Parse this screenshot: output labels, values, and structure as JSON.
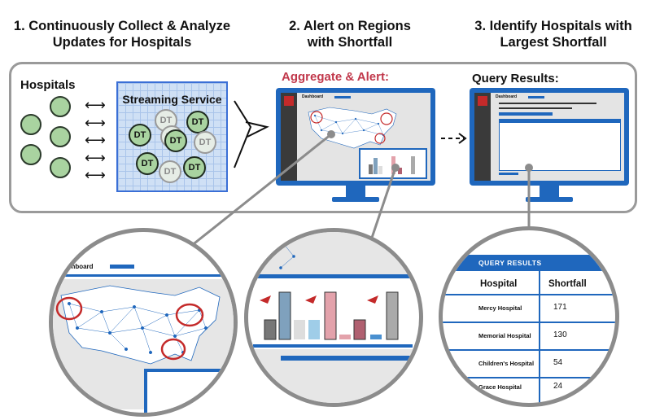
{
  "steps": {
    "s1": {
      "line1": "1. Continuously Collect & Analyze",
      "line2": "Updates for Hospitals"
    },
    "s2": {
      "line1": "2. Alert on Regions",
      "line2": "with Shortfall"
    },
    "s3": {
      "line1": "3. Identify Hospitals with",
      "line2": "Largest Shortfall"
    }
  },
  "panel1": {
    "hospitals_label": "Hospitals",
    "streaming_label": "Streaming Service",
    "dt_label": "DT"
  },
  "panel2": {
    "label": "Aggregate & Alert:",
    "dashboard": "Dashboard"
  },
  "panel3": {
    "label": "Query Results:",
    "dashboard": "Dashboard"
  },
  "zoom": {
    "dashboard_tab": "shboard",
    "query_results": {
      "header": "QUERY RESULTS",
      "col_hospital": "Hospital",
      "col_shortfall": "Shortfall",
      "rows": [
        {
          "name": "Mercy Hospital",
          "value": "171"
        },
        {
          "name": "Memorial Hospital",
          "value": "130"
        },
        {
          "name": "Children's Hospital",
          "value": "54"
        },
        {
          "name": "Grace Hospital",
          "value": "24"
        }
      ]
    }
  },
  "colors": {
    "accent_blue": "#1f67bd",
    "alert_red": "#c1384b",
    "hospital_green": "#a9d3a0"
  }
}
